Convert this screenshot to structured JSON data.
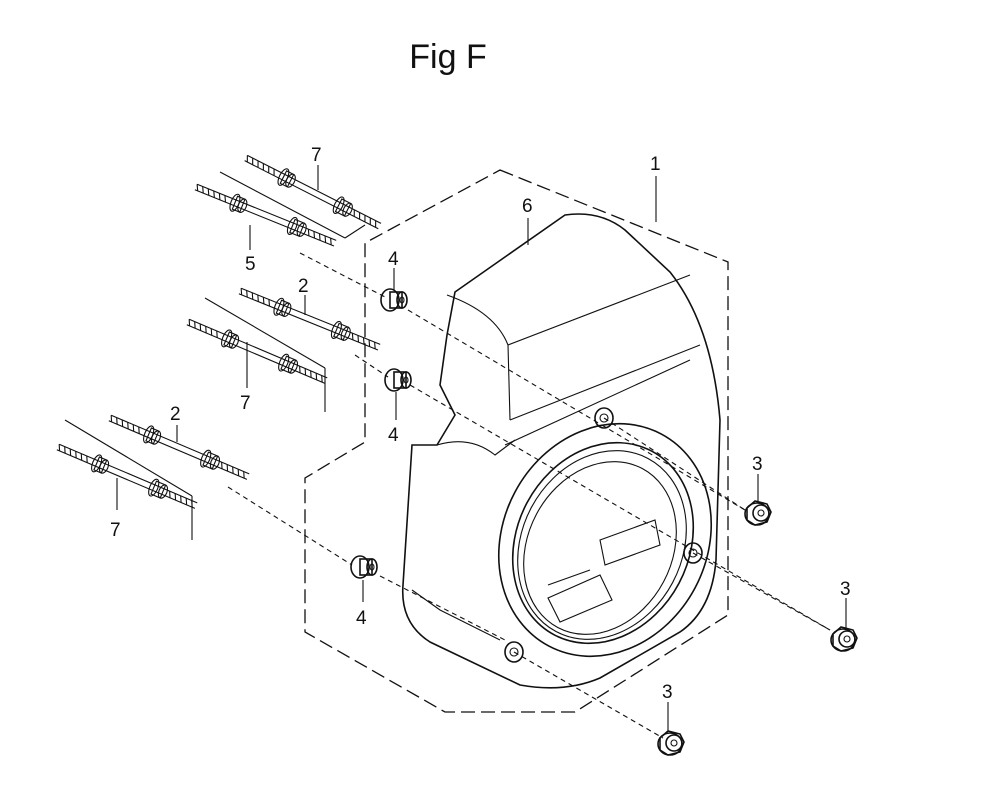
{
  "figure": {
    "title": "Fig F"
  },
  "callouts": {
    "shroud": "1",
    "fan_cover": "6",
    "stud_top": "7",
    "stud_5": "5",
    "stud_2a": "2",
    "stud_7b": "7",
    "stud_2b": "2",
    "stud_7c": "7",
    "collar_a": "4",
    "collar_b": "4",
    "collar_c": "4",
    "nut_a": "3",
    "nut_b": "3",
    "nut_c": "3"
  }
}
